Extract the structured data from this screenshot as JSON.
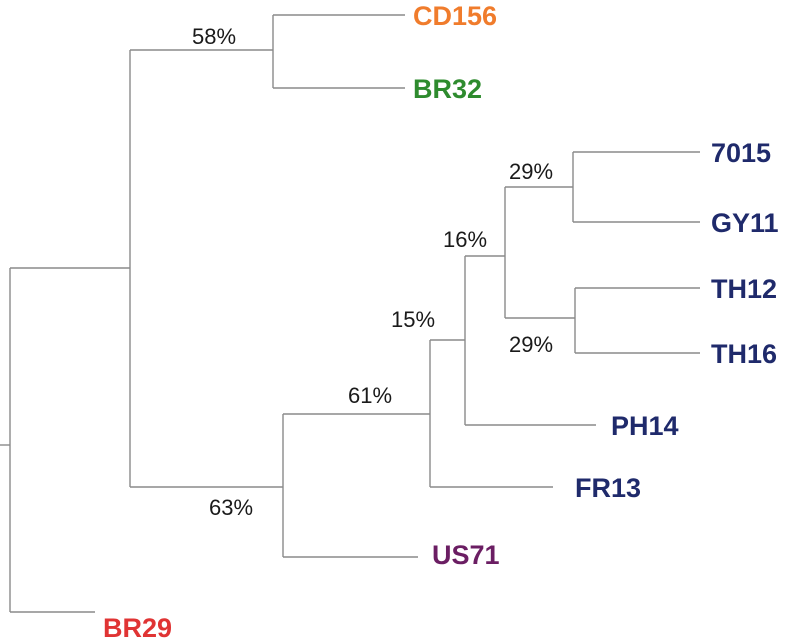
{
  "tree": {
    "colors": {
      "branch": "#8a8a8a",
      "orange": "#f07c2c",
      "green": "#2e8b2e",
      "navy": "#1f2a6b",
      "purple": "#6b1e63",
      "red": "#e03434"
    },
    "leaves": [
      {
        "id": "cd156",
        "label": "CD156",
        "color": "#f07c2c"
      },
      {
        "id": "br32",
        "label": "BR32",
        "color": "#2e8b2e"
      },
      {
        "id": "7015",
        "label": "7015",
        "color": "#1f2a6b"
      },
      {
        "id": "gy11",
        "label": "GY11",
        "color": "#1f2a6b"
      },
      {
        "id": "th12",
        "label": "TH12",
        "color": "#1f2a6b"
      },
      {
        "id": "th16",
        "label": "TH16",
        "color": "#1f2a6b"
      },
      {
        "id": "ph14",
        "label": "PH14",
        "color": "#1f2a6b"
      },
      {
        "id": "fr13",
        "label": "FR13",
        "color": "#1f2a6b"
      },
      {
        "id": "us71",
        "label": "US71",
        "color": "#6b1e63"
      },
      {
        "id": "br29",
        "label": "BR29",
        "color": "#e03434"
      }
    ],
    "supports": [
      {
        "id": "cd156-br32",
        "value": "58%"
      },
      {
        "id": "7015-gy11",
        "value": "29%"
      },
      {
        "id": "inner-four",
        "value": "16%"
      },
      {
        "id": "th12-th16",
        "value": "29%"
      },
      {
        "id": "with-ph14",
        "value": "15%"
      },
      {
        "id": "with-fr13",
        "value": "61%"
      },
      {
        "id": "with-us71",
        "value": "63%"
      }
    ]
  }
}
